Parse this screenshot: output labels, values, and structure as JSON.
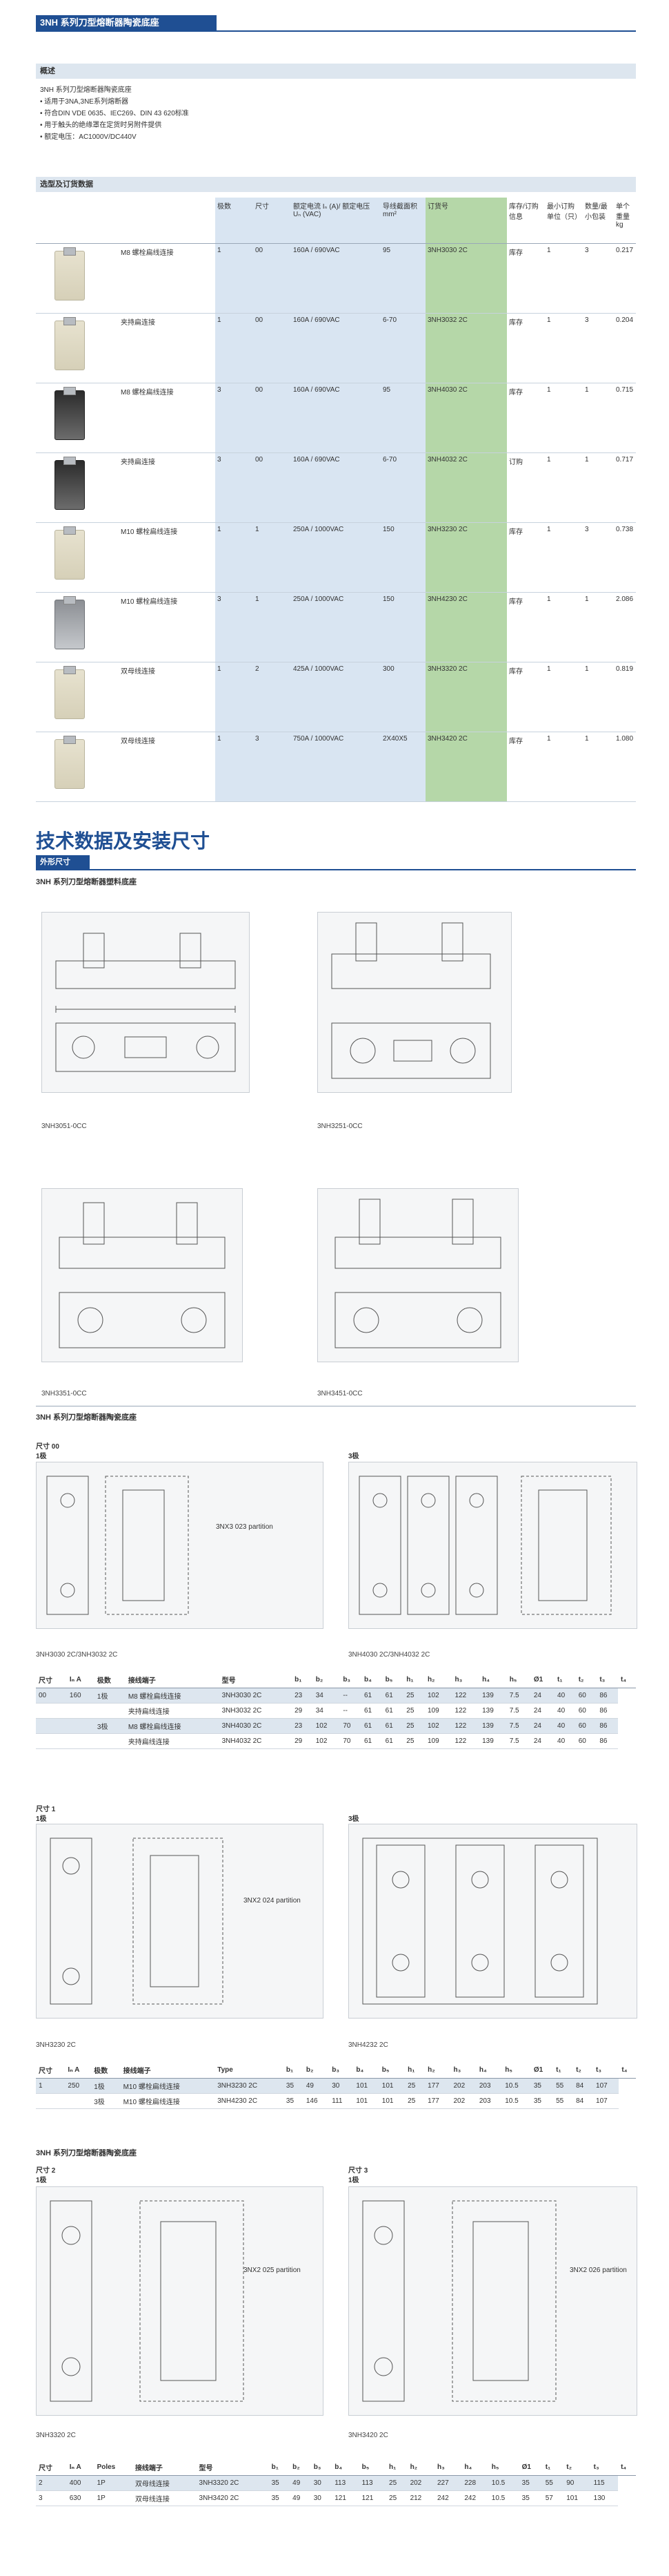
{
  "header": {
    "title": "3NH 系列刀型熔断器陶瓷底座"
  },
  "overview": {
    "label": "概述",
    "lines": [
      "3NH 系列刀型熔断器陶瓷底座",
      "• 适用于3NA,3NE系列熔断器",
      "• 符合DIN VDE 0635、IEC269、DIN 43 620标准",
      "• 用于触头的绝缘罩在定货时另附件提供",
      "• 额定电压：AC1000V/DC440V"
    ]
  },
  "selection": {
    "label": "选型及订货数据",
    "headers": [
      "",
      "",
      "极数",
      "尺寸",
      "额定电流 Iₙ (A)/ 额定电压 Uₙ (VAC)",
      "导线截面积 mm²",
      "订货号",
      "库存/订购信息",
      "最小订购单位（只）",
      "数量/最小包装",
      "单个重量 kg"
    ],
    "rows": [
      {
        "thumb": "light",
        "conn": "M8 螺栓扁线连接",
        "poles": "1",
        "size": "00",
        "rating": "160A / 690VAC",
        "section": "95",
        "order": "3NH3030 2C",
        "stock": "库存",
        "moq": "1",
        "pack": "3",
        "weight": "0.217"
      },
      {
        "thumb": "light",
        "conn": "夹持扁连接",
        "poles": "1",
        "size": "00",
        "rating": "160A / 690VAC",
        "section": "6-70",
        "order": "3NH3032 2C",
        "stock": "库存",
        "moq": "1",
        "pack": "3",
        "weight": "0.204"
      },
      {
        "thumb": "dark",
        "conn": "M8 螺栓扁线连接",
        "poles": "3",
        "size": "00",
        "rating": "160A / 690VAC",
        "section": "95",
        "order": "3NH4030 2C",
        "stock": "库存",
        "moq": "1",
        "pack": "1",
        "weight": "0.715"
      },
      {
        "thumb": "dark",
        "conn": "夹持扁连接",
        "poles": "3",
        "size": "00",
        "rating": "160A / 690VAC",
        "section": "6-70",
        "order": "3NH4032 2C",
        "stock": "订购",
        "moq": "1",
        "pack": "1",
        "weight": "0.717"
      },
      {
        "thumb": "light",
        "conn": "M10 螺栓扁线连接",
        "poles": "1",
        "size": "1",
        "rating": "250A / 1000VAC",
        "section": "150",
        "order": "3NH3230 2C",
        "stock": "库存",
        "moq": "1",
        "pack": "3",
        "weight": "0.738"
      },
      {
        "thumb": "grey",
        "conn": "M10 螺栓扁线连接",
        "poles": "3",
        "size": "1",
        "rating": "250A / 1000VAC",
        "section": "150",
        "order": "3NH4230 2C",
        "stock": "库存",
        "moq": "1",
        "pack": "1",
        "weight": "2.086"
      },
      {
        "thumb": "light",
        "conn": "双母线连接",
        "poles": "1",
        "size": "2",
        "rating": "425A / 1000VAC",
        "section": "300",
        "order": "3NH3320 2C",
        "stock": "库存",
        "moq": "1",
        "pack": "1",
        "weight": "0.819"
      },
      {
        "thumb": "light",
        "conn": "双母线连接",
        "poles": "1",
        "size": "3",
        "rating": "750A / 1000VAC",
        "section": "2X40X5",
        "order": "3NH3420 2C",
        "stock": "库存",
        "moq": "1",
        "pack": "1",
        "weight": "1.080"
      }
    ]
  },
  "tech": {
    "title": "技术数据及安装尺寸",
    "tag": "外形尺寸",
    "plastic_label": "3NH 系列刀型熔断器塑料底座",
    "plastic_captions": [
      "3NH3051-0CC",
      "3NH3251-0CC",
      "3NH3351-0CC",
      "3NH3451-0CC"
    ],
    "ceramic_label": "3NH 系列刀型熔断器陶瓷底座"
  },
  "size00": {
    "label": "尺寸 00",
    "pole1": "1极",
    "pole3": "3极",
    "partition": "3NX3 023 partition",
    "caption_left": "3NH3030 2C/3NH3032 2C",
    "caption_right": "3NH4030 2C/3NH4032 2C",
    "headers": [
      "尺寸",
      "Iₙ A",
      "极数",
      "接线端子",
      "型号",
      "b₁",
      "b₂",
      "b₃",
      "b₄",
      "b₅",
      "h₁",
      "h₂",
      "h₃",
      "h₄",
      "h₅",
      "Ø1",
      "t₁",
      "t₂",
      "t₃",
      "t₄"
    ],
    "rows": [
      [
        "00",
        "160",
        "1极",
        "M8 螺栓扁线连接",
        "3NH3030 2C",
        "23",
        "34",
        "--",
        "61",
        "61",
        "25",
        "102",
        "122",
        "139",
        "7.5",
        "24",
        "40",
        "60",
        "86"
      ],
      [
        "",
        "",
        "",
        "夹持扁线连接",
        "3NH3032 2C",
        "29",
        "34",
        "--",
        "61",
        "61",
        "25",
        "109",
        "122",
        "139",
        "7.5",
        "24",
        "40",
        "60",
        "86"
      ],
      [
        "",
        "",
        "3极",
        "M8 螺栓扁线连接",
        "3NH4030 2C",
        "23",
        "102",
        "70",
        "61",
        "61",
        "25",
        "102",
        "122",
        "139",
        "7.5",
        "24",
        "40",
        "60",
        "86"
      ],
      [
        "",
        "",
        "",
        "夹持扁线连接",
        "3NH4032 2C",
        "29",
        "102",
        "70",
        "61",
        "61",
        "25",
        "109",
        "122",
        "139",
        "7.5",
        "24",
        "40",
        "60",
        "86"
      ]
    ]
  },
  "size1": {
    "label": "尺寸 1",
    "pole1": "1极",
    "pole3": "3极",
    "partition": "3NX2 024 partition",
    "caption_left": "3NH3230 2C",
    "caption_right": "3NH4232 2C",
    "headers": [
      "尺寸",
      "Iₙ A",
      "极数",
      "接线端子",
      "Type",
      "b₁",
      "b₂",
      "b₃",
      "b₄",
      "b₅",
      "h₁",
      "h₂",
      "h₃",
      "h₄",
      "h₅",
      "Ø1",
      "t₁",
      "t₂",
      "t₃",
      "t₄"
    ],
    "rows": [
      [
        "1",
        "250",
        "1极",
        "M10 螺栓扁线连接",
        "3NH3230 2C",
        "35",
        "49",
        "30",
        "101",
        "101",
        "25",
        "177",
        "202",
        "203",
        "10.5",
        "35",
        "55",
        "84",
        "107"
      ],
      [
        "",
        "",
        "3极",
        "M10 螺栓扁线连接",
        "3NH4230 2C",
        "35",
        "146",
        "111",
        "101",
        "101",
        "25",
        "177",
        "202",
        "203",
        "10.5",
        "35",
        "55",
        "84",
        "107"
      ]
    ]
  },
  "size23": {
    "label_left": "尺寸 2",
    "label_right": "尺寸 3",
    "pole1": "1极",
    "pole1b": "1极",
    "partition_left": "3NX2 025 partition",
    "partition_right": "3NX2 026 partition",
    "caption_left": "3NH3320 2C",
    "caption_right": "3NH3420 2C",
    "headers": [
      "尺寸",
      "Iₙ A",
      "Poles",
      "接线端子",
      "型号",
      "b₁",
      "b₂",
      "b₃",
      "b₄",
      "b₅",
      "h₁",
      "h₂",
      "h₃",
      "h₄",
      "h₅",
      "Ø1",
      "t₁",
      "t₂",
      "t₃",
      "t₄"
    ],
    "rows": [
      [
        "2",
        "400",
        "1P",
        "双母线连接",
        "3NH3320 2C",
        "35",
        "49",
        "30",
        "113",
        "113",
        "25",
        "202",
        "227",
        "228",
        "10.5",
        "35",
        "55",
        "90",
        "115"
      ],
      [
        "3",
        "630",
        "1P",
        "双母线连接",
        "3NH3420 2C",
        "35",
        "49",
        "30",
        "121",
        "121",
        "25",
        "212",
        "242",
        "242",
        "10.5",
        "35",
        "57",
        "101",
        "130"
      ]
    ]
  }
}
